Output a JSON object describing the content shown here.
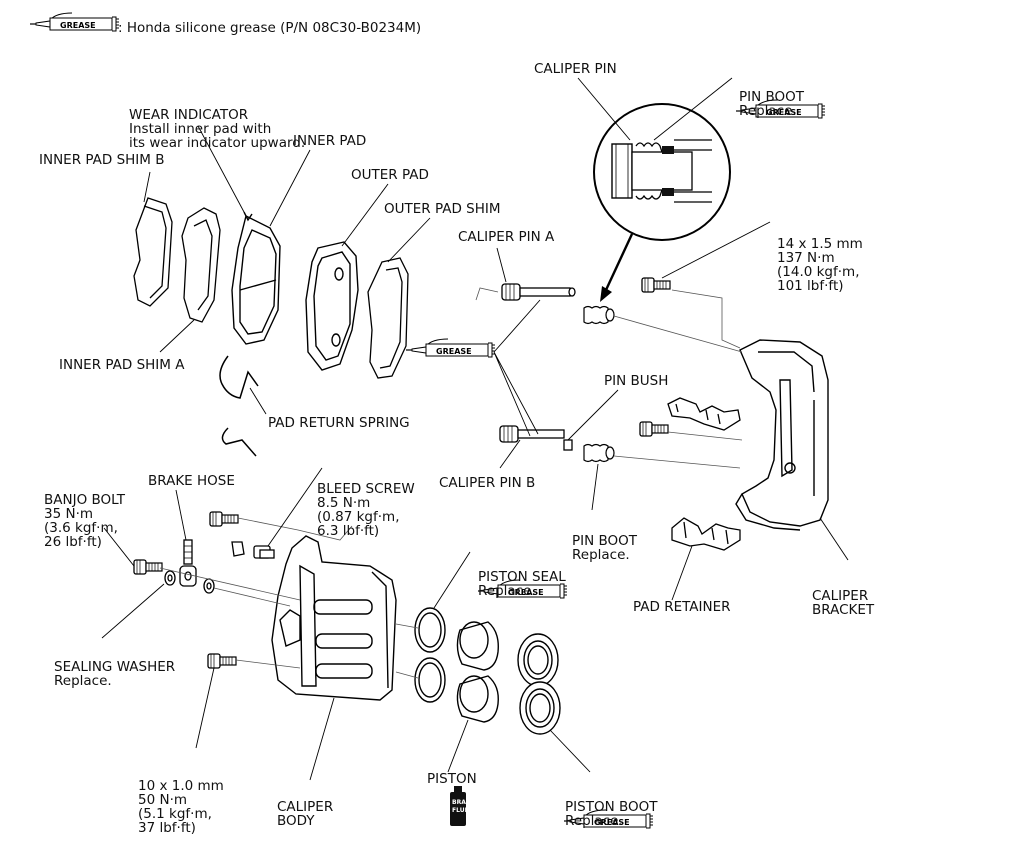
{
  "legend": {
    "icon_label": "GREASE",
    "text": ": Honda silicone grease (P/N 08C30-B0234M)"
  },
  "labels": {
    "wear_indicator": [
      "WEAR INDICATOR",
      "Install inner pad with",
      "its wear indicator upward."
    ],
    "inner_pad": [
      "INNER PAD"
    ],
    "inner_pad_shim_b": [
      "INNER PAD SHIM B"
    ],
    "outer_pad": [
      "OUTER PAD"
    ],
    "outer_pad_shim": [
      "OUTER PAD SHIM"
    ],
    "caliper_pin_a": [
      "CALIPER PIN A"
    ],
    "caliper_pin": [
      "CALIPER PIN"
    ],
    "pin_boot_top": [
      "PIN BOOT",
      "Replace."
    ],
    "bolt_spec_top": [
      "14 x 1.5 mm",
      "137 N·m",
      "(14.0 kgf·m,",
      "101 lbf·ft)"
    ],
    "inner_pad_shim_a": [
      "INNER PAD SHIM A"
    ],
    "pad_return_spring": [
      "PAD RETURN SPRING"
    ],
    "pin_bush": [
      "PIN BUSH"
    ],
    "banjo_bolt": [
      "BANJO BOLT",
      "35 N·m",
      "(3.6 kgf·m,",
      "26 lbf·ft)"
    ],
    "brake_hose": [
      "BRAKE HOSE"
    ],
    "bleed_screw": [
      "BLEED SCREW",
      "8.5 N·m",
      "(0.87 kgf·m,",
      "6.3 lbf·ft)"
    ],
    "caliper_pin_b": [
      "CALIPER PIN B"
    ],
    "pin_boot_mid": [
      "PIN BOOT",
      "Replace."
    ],
    "piston_seal": [
      "PISTON SEAL",
      "Replace."
    ],
    "caliper_bracket": [
      "CALIPER",
      "BRACKET"
    ],
    "pad_retainer": [
      "PAD RETAINER"
    ],
    "sealing_washer": [
      "SEALING WASHER",
      "Replace."
    ],
    "bolt_spec_bottom": [
      "10 x 1.0 mm",
      "50 N·m",
      "(5.1 kgf·m,",
      "37 lbf·ft)"
    ],
    "caliper_body": [
      "CALIPER",
      "BODY"
    ],
    "piston": [
      "PISTON"
    ],
    "piston_boot": [
      "PISTON BOOT",
      "Replace."
    ]
  },
  "brake_fluid_icon": [
    "BRAKE",
    "FLUID"
  ]
}
